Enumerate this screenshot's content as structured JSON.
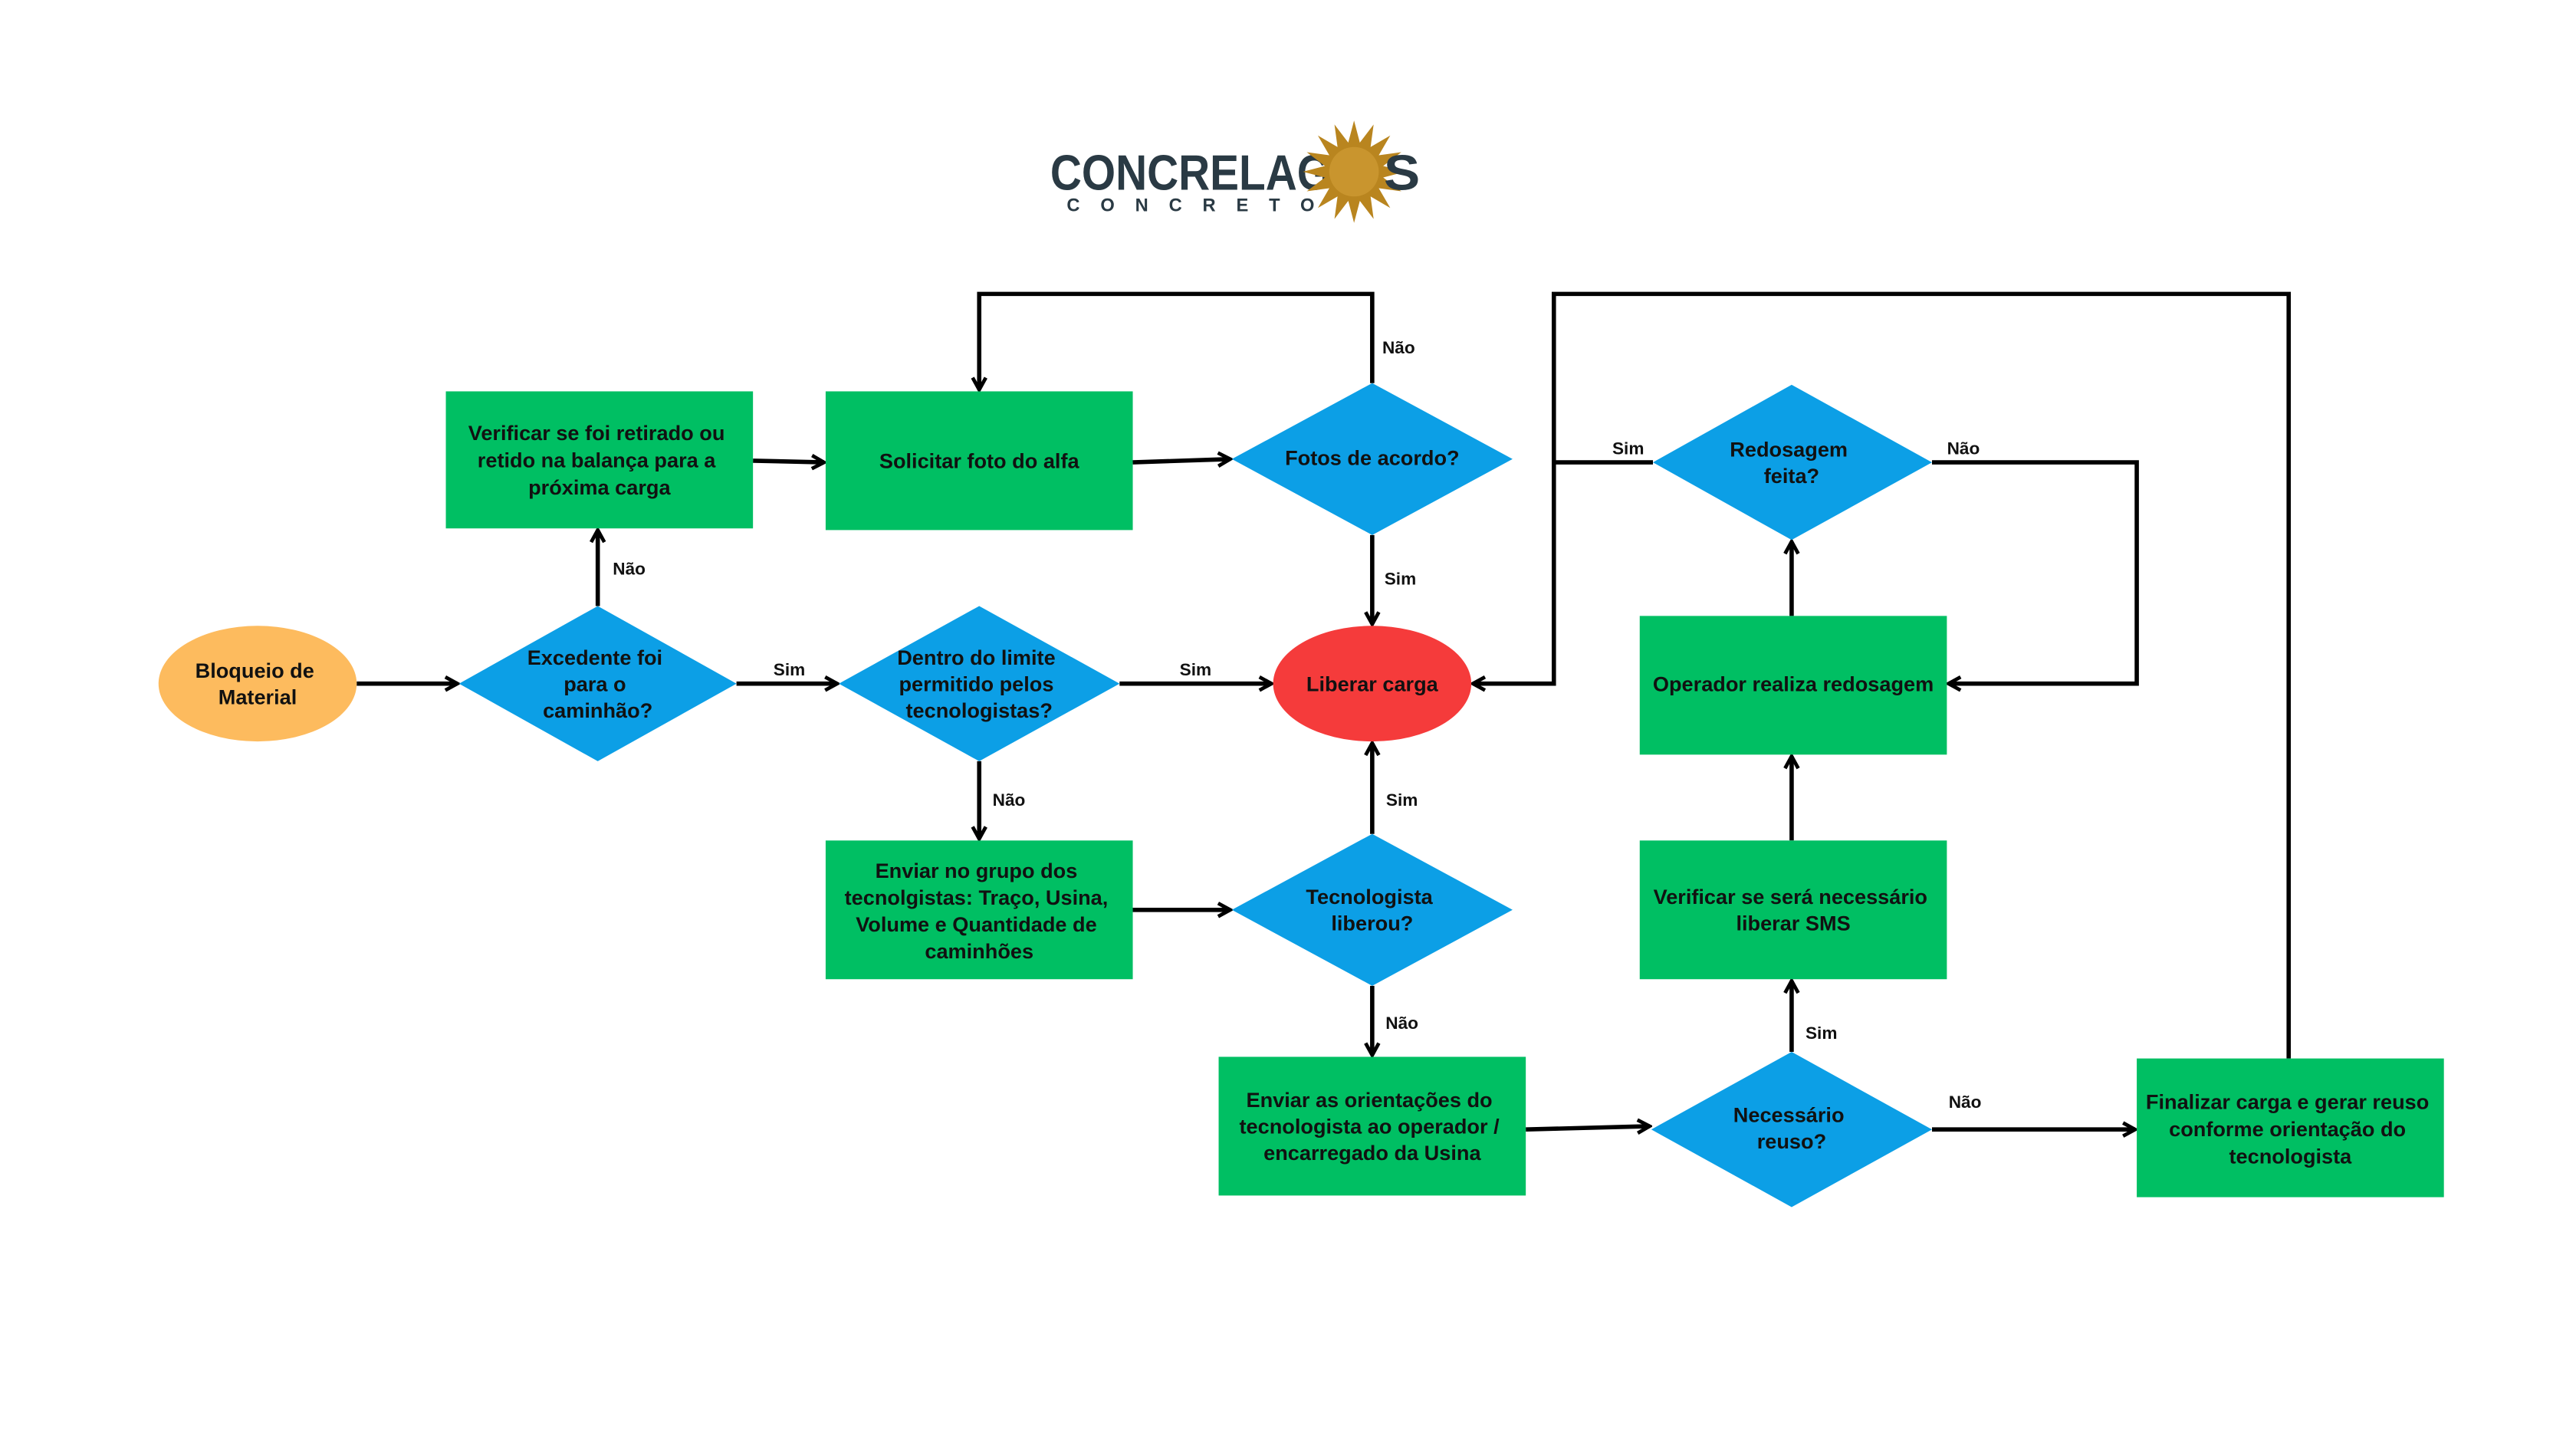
{
  "logo": {
    "main": "CONCRELAG",
    "end": "S",
    "sub": "CONCRETO"
  },
  "colors": {
    "start": "#FDBB5E",
    "process": "#00BF63",
    "decision": "#0C9FE6",
    "terminal": "#F53B3B",
    "connector": "#000000",
    "logo_text": "#2A3A44",
    "logo_sun": "#B9851F",
    "logo_sun_core": "#C9952E"
  },
  "nodes": {
    "bloqueio": {
      "lines": [
        "Bloqueio de",
        "Material"
      ]
    },
    "excedente": {
      "lines": [
        "Excedente foi",
        "para o",
        "caminhão?"
      ]
    },
    "verificar_balanca": {
      "lines": [
        "Verificar se foi retirado ou",
        "retido na balança para a",
        "próxima carga"
      ]
    },
    "solicitar_foto": {
      "lines": [
        "Solicitar foto do alfa"
      ]
    },
    "fotos_acordo": {
      "lines": [
        "Fotos de acordo?"
      ]
    },
    "dentro_limite": {
      "lines": [
        "Dentro do limite",
        "permitido pelos",
        "tecnologistas?"
      ]
    },
    "liberar_carga": {
      "lines": [
        "Liberar carga"
      ]
    },
    "enviar_grupo": {
      "lines": [
        "Enviar no grupo dos",
        "tecnolgistas: Traço, Usina,",
        "Volume e Quantidade de",
        "caminhões"
      ]
    },
    "tecnologista_liberou": {
      "lines": [
        "Tecnologista",
        "liberou?"
      ]
    },
    "enviar_orientacoes": {
      "lines": [
        "Enviar as orientações do",
        "tecnologista ao operador /",
        "encarregado da Usina"
      ]
    },
    "necessario_reuso": {
      "lines": [
        "Necessário",
        "reuso?"
      ]
    },
    "finalizar": {
      "lines": [
        "Finalizar carga e gerar reuso",
        "conforme orientação do",
        "tecnologista"
      ]
    },
    "verificar_sms": {
      "lines": [
        "Verificar se será necessário",
        "liberar SMS"
      ]
    },
    "operador_redosagem": {
      "lines": [
        "Operador realiza redosagem"
      ]
    },
    "redosagem_feita": {
      "lines": [
        "Redosagem",
        "feita?"
      ]
    }
  },
  "edge_labels": {
    "excedente_nao": "Não",
    "excedente_sim": "Sim",
    "dentro_sim": "Sim",
    "dentro_nao": "Não",
    "fotos_nao": "Não",
    "fotos_sim": "Sim",
    "tecnologista_sim": "Sim",
    "tecnologista_nao": "Não",
    "necessario_sim": "Sim",
    "necessario_nao": "Não",
    "redosagem_sim": "Sim",
    "redosagem_nao": "Não"
  }
}
